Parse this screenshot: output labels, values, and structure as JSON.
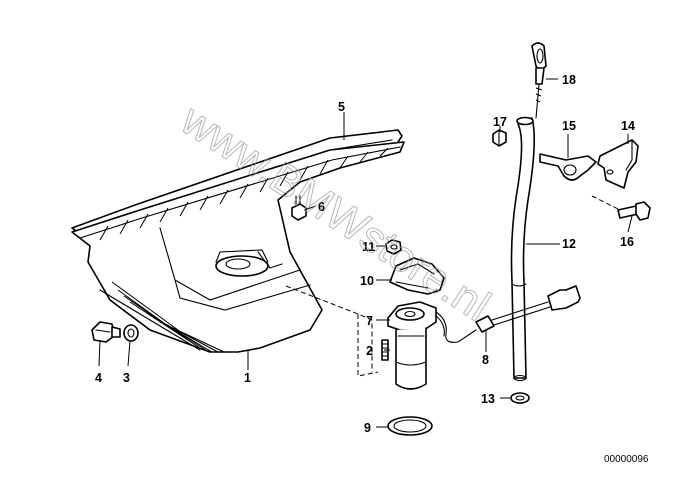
{
  "watermark": "www.BMWstore.nl",
  "diagram_ref": "00000096",
  "callouts": {
    "c1": "1",
    "c2": "2",
    "c3": "3",
    "c4": "4",
    "c5": "5",
    "c6": "6",
    "c7": "7",
    "c8": "8",
    "c9": "9",
    "c10": "10",
    "c11": "11",
    "c12": "12",
    "c13": "13",
    "c14": "14",
    "c15": "15",
    "c16": "16",
    "c17": "17",
    "c18": "18"
  }
}
